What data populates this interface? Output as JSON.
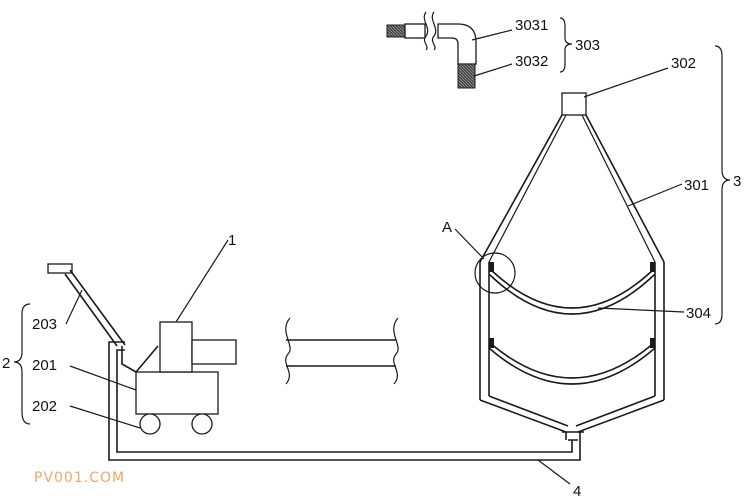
{
  "diagram": {
    "labels": {
      "l1": "1",
      "l2": "2",
      "l201": "201",
      "l202": "202",
      "l203": "203",
      "l3": "3",
      "l301": "301",
      "l302": "302",
      "l303": "303",
      "l3031": "3031",
      "l3032": "3032",
      "l304": "304",
      "l4": "4",
      "lA": "A"
    },
    "watermark": "PV001.COM"
  }
}
